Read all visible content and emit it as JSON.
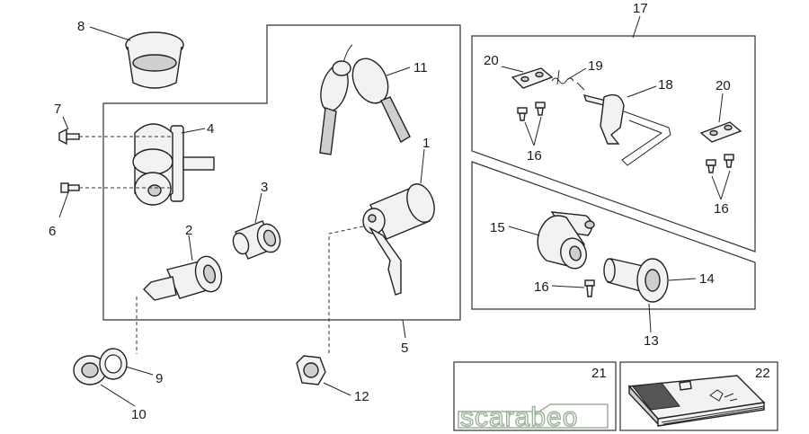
{
  "callouts": {
    "c1": "1",
    "c2": "2",
    "c3": "3",
    "c4": "4",
    "c5": "5",
    "c6": "6",
    "c7": "7",
    "c8": "8",
    "c9": "9",
    "c10": "10",
    "c11": "11",
    "c12": "12",
    "c13": "13",
    "c14": "14",
    "c15": "15",
    "c16a": "16",
    "c16b": "16",
    "c16c": "16",
    "c17": "17",
    "c18": "18",
    "c19": "19",
    "c20a": "20",
    "c20b": "20",
    "c21": "21",
    "c22": "22"
  },
  "logo": {
    "text": "scarabeo"
  },
  "colors": {
    "logo_outline": "#9cb39a",
    "line": "#222222"
  }
}
